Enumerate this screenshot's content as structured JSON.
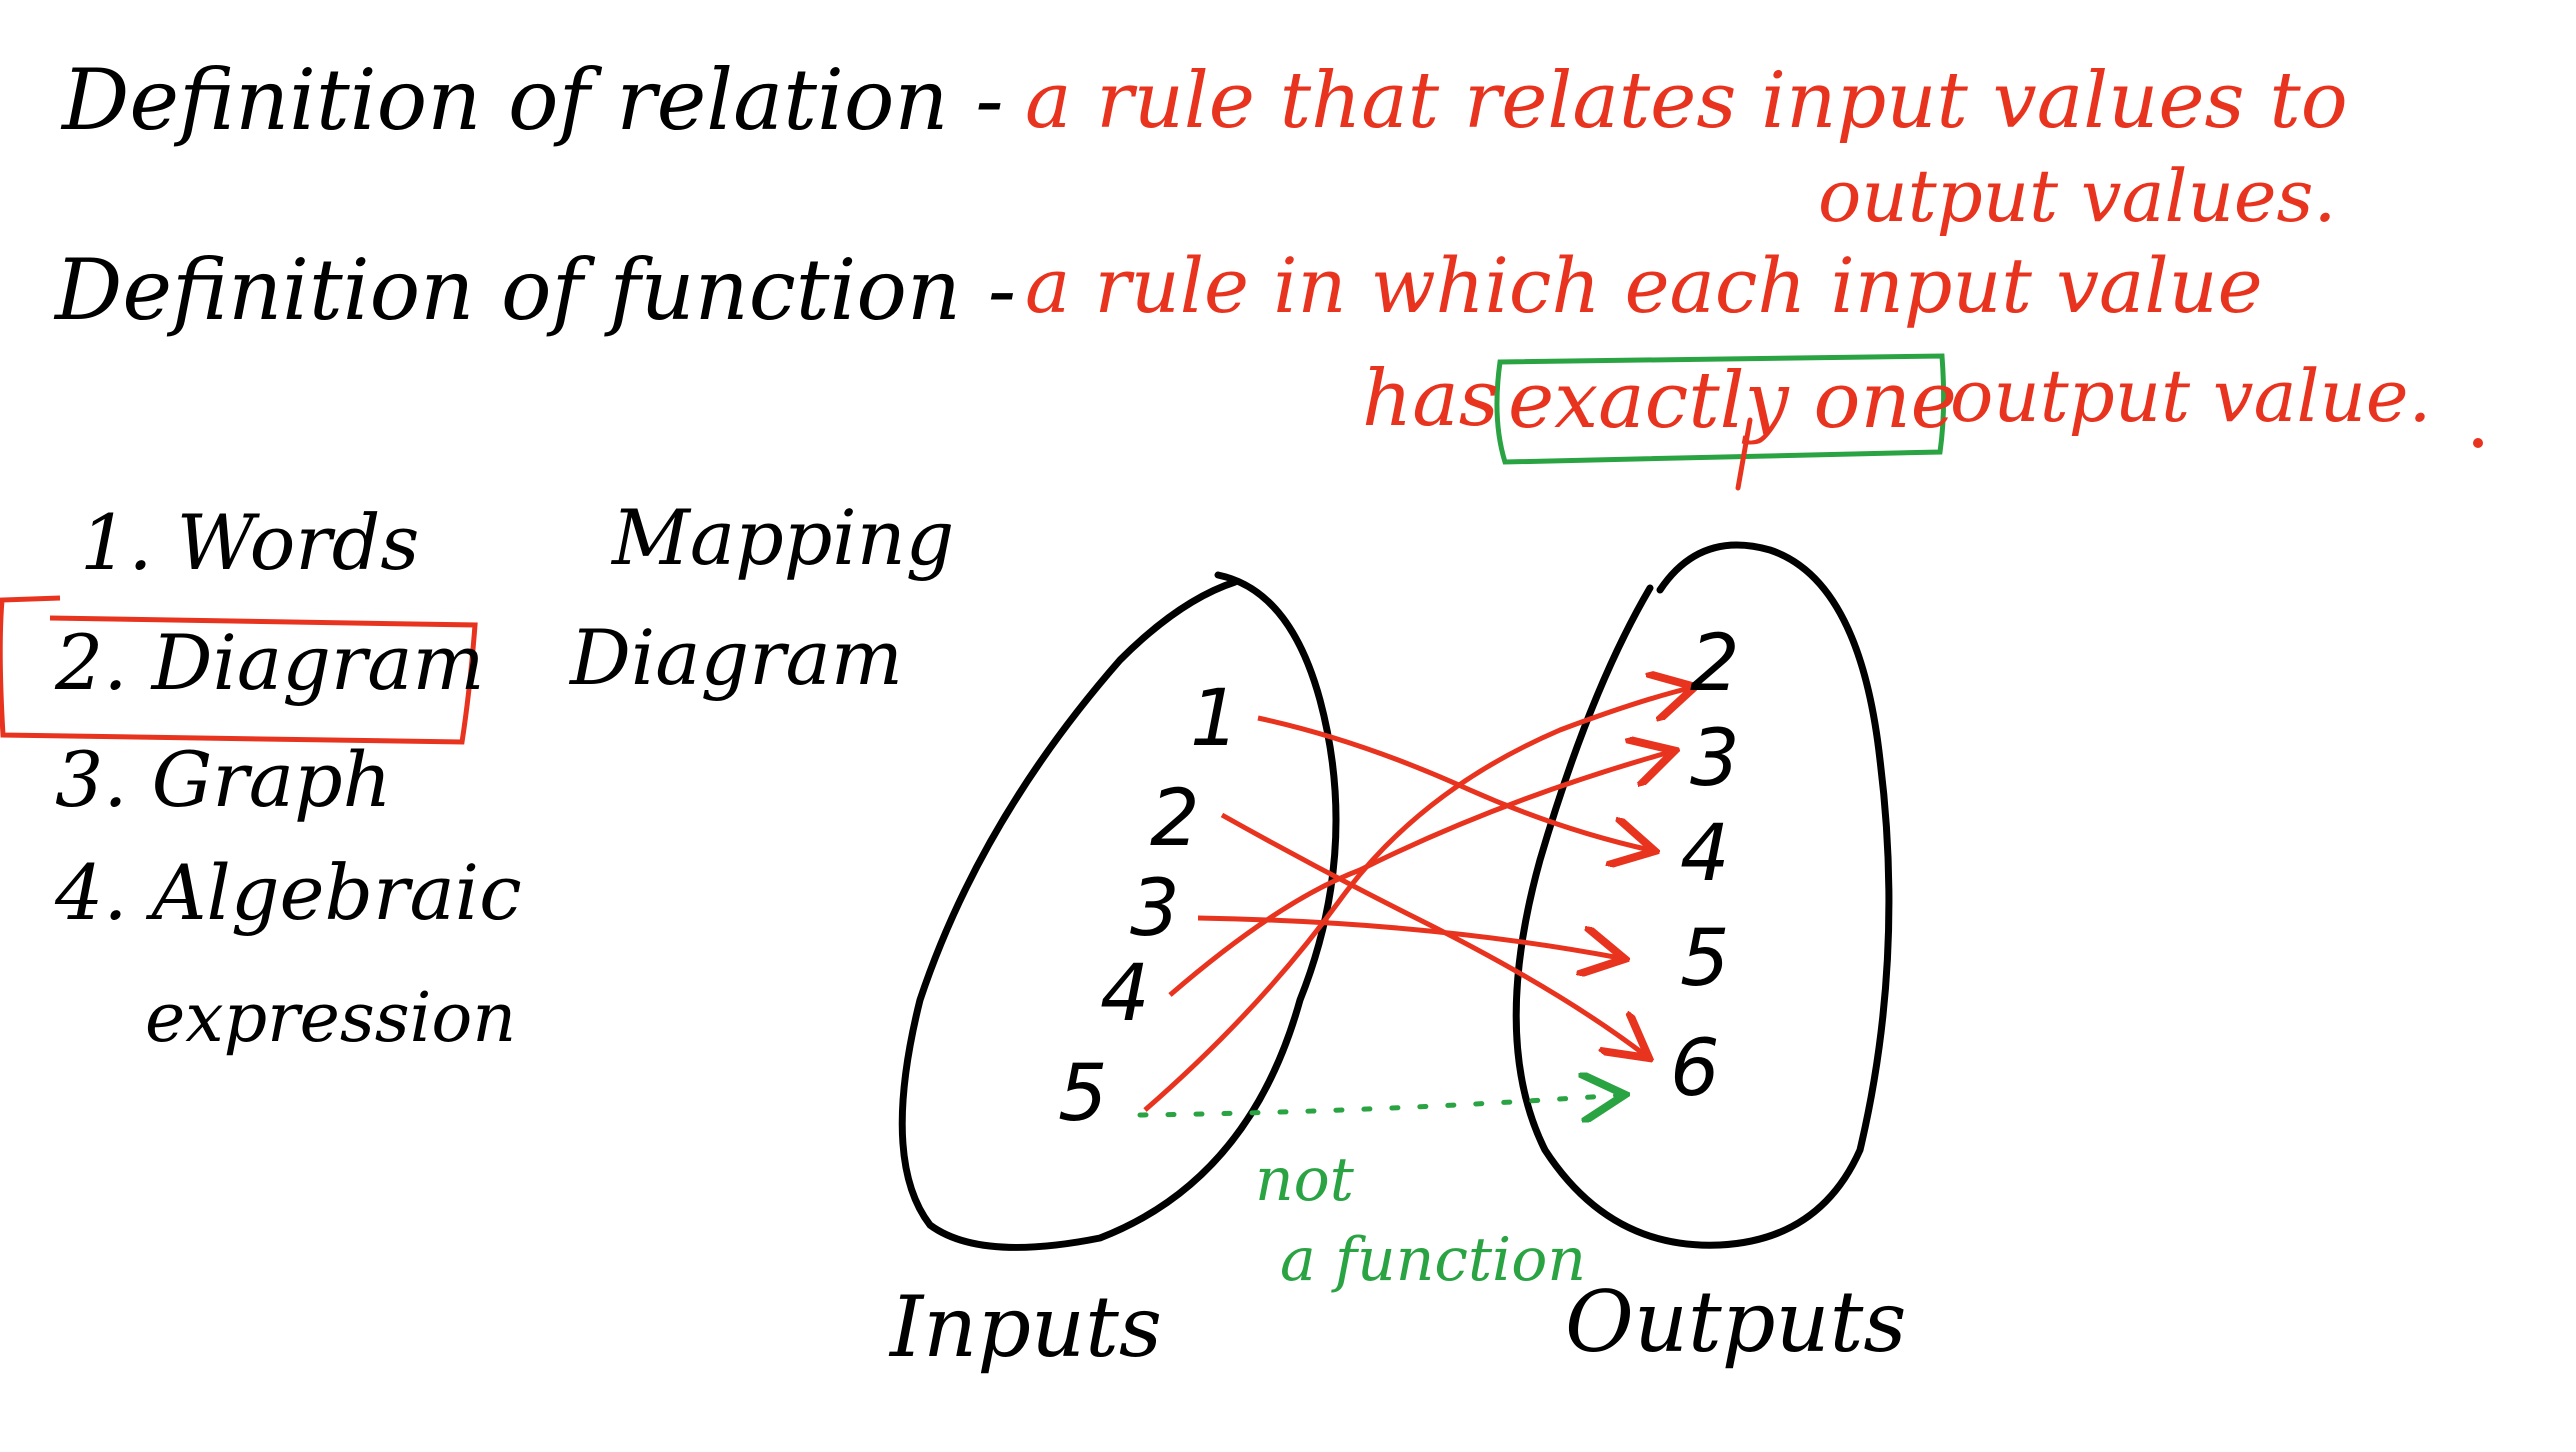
{
  "definitions": {
    "relation_term": "Definition of relation -",
    "relation_text_1": "a rule that relates input values to",
    "relation_text_2": "output values.",
    "function_term": "Definition of function -",
    "function_text_1": "a rule in which each input value",
    "function_has": "has",
    "function_exactly": "exactly one",
    "function_rest": "output value."
  },
  "representations": {
    "items": [
      "1. Words",
      "2. Diagram",
      "3. Graph",
      "4. Algebraic",
      "expression"
    ],
    "highlighted_index": 1
  },
  "mapping_label": [
    "Mapping",
    "Diagram"
  ],
  "mapping": {
    "inputs_label": "Inputs",
    "outputs_label": "Outputs",
    "inputs": [
      "1",
      "2",
      "3",
      "4",
      "5"
    ],
    "outputs": [
      "2",
      "3",
      "4",
      "5",
      "6"
    ],
    "arrows": [
      {
        "from": "1",
        "to": "4"
      },
      {
        "from": "2",
        "to": "6"
      },
      {
        "from": "3",
        "to": "5"
      },
      {
        "from": "4",
        "to": "3"
      },
      {
        "from": "5",
        "to": "2"
      },
      {
        "from": "5",
        "to": "6",
        "style": "dotted"
      }
    ],
    "note": [
      "not",
      "a function"
    ]
  },
  "colors": {
    "ink": "#000000",
    "red": "#e8331f",
    "green": "#2aa343"
  }
}
